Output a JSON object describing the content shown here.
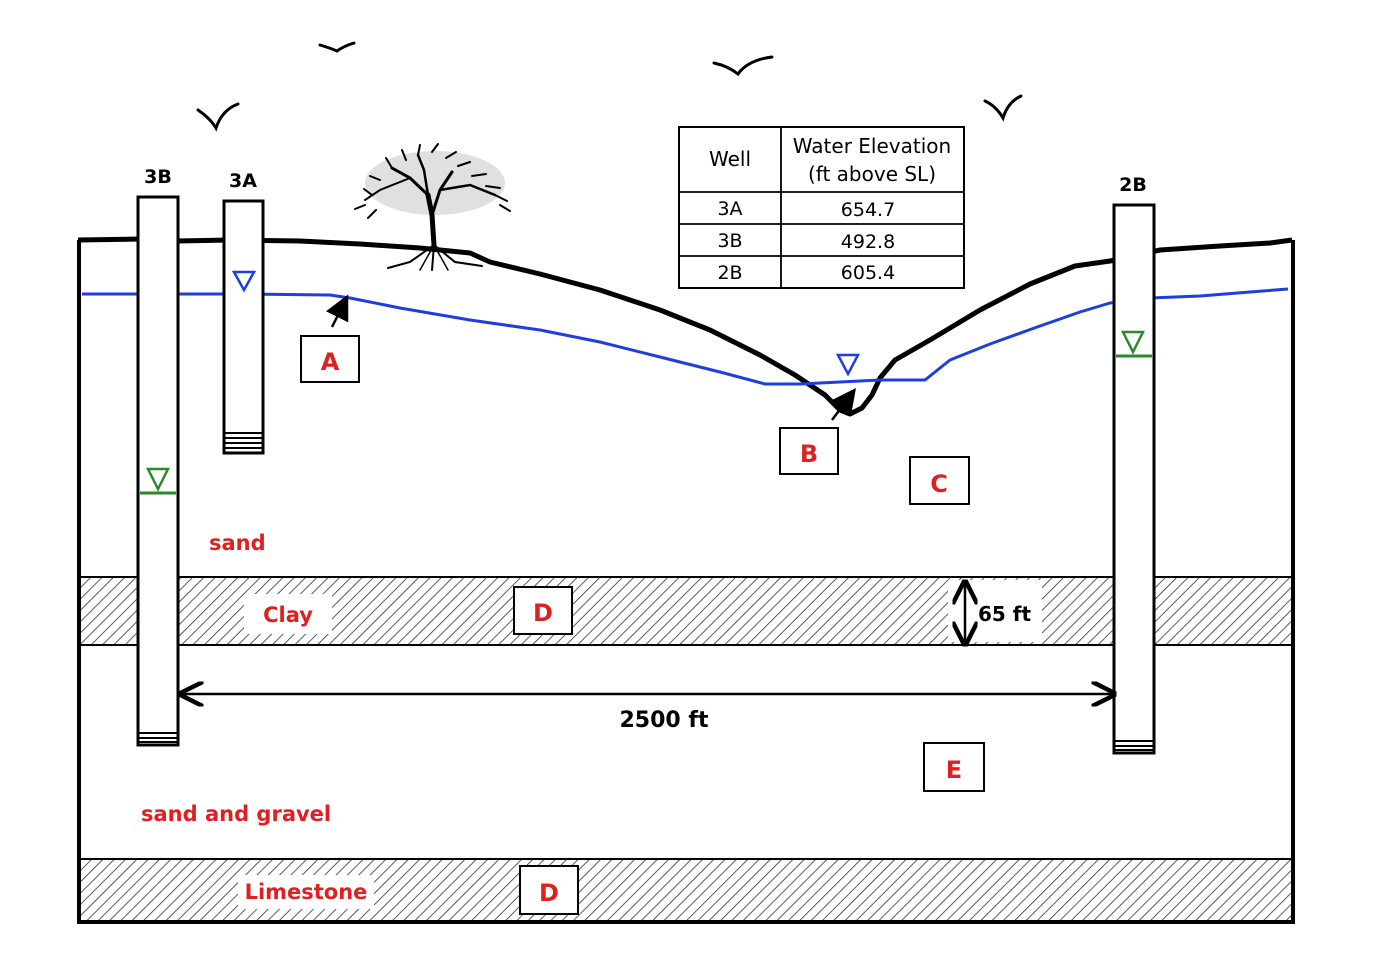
{
  "wells": {
    "w3b": "3B",
    "w3a": "3A",
    "w2b": "2B"
  },
  "table": {
    "header_well": "Well",
    "header_elev_line1": "Water Elevation",
    "header_elev_line2": "(ft above SL)",
    "rows": [
      {
        "well": "3A",
        "elevation": "654.7"
      },
      {
        "well": "3B",
        "elevation": "492.8"
      },
      {
        "well": "2B",
        "elevation": "605.4"
      }
    ]
  },
  "labels": {
    "A": "A",
    "B": "B",
    "C": "C",
    "D_clay": "D",
    "D_limestone": "D",
    "E": "E"
  },
  "layers": {
    "sand": "sand",
    "clay": "Clay",
    "sand_gravel": "sand and gravel",
    "limestone": "Limestone"
  },
  "dimensions": {
    "clay_thickness": "65 ft",
    "well_distance": "2500 ft"
  },
  "colors": {
    "water_table": "#1f3ee0",
    "piezometric": "#2a8a2a",
    "label_red": "#e02020"
  }
}
